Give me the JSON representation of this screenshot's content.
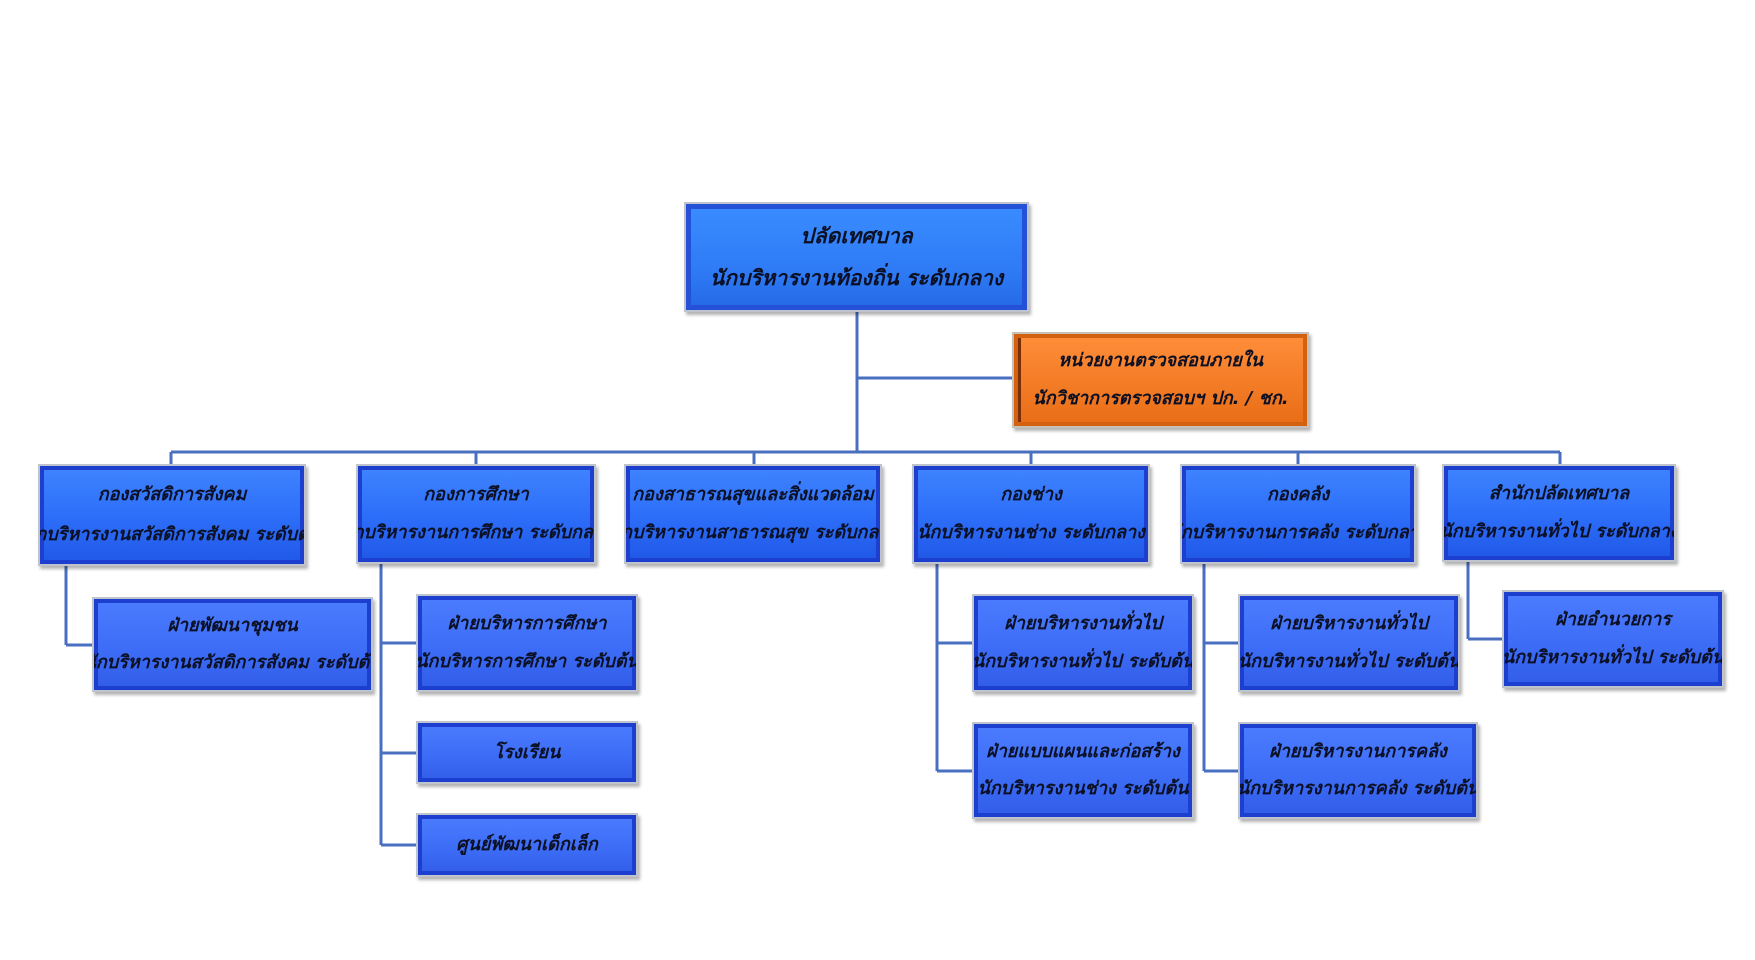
{
  "root": {
    "title": "ปลัดเทศบาล",
    "position": "นักบริหารงานท้องถิ่น ระดับกลาง"
  },
  "audit_unit": {
    "title": "หน่วยงานตรวจสอบภายใน",
    "position": "นักวิชาการตรวจสอบฯ ปก. / ชก."
  },
  "divisions": [
    {
      "title": "กองสวัสดิการสังคม",
      "position": "นักบริหารงานสวัสดิการสังคม ระดับต้น",
      "units": [
        {
          "title": "ฝ่ายพัฒนาชุมชน",
          "position": "นักบริหารงานสวัสดิการสังคม ระดับต้น"
        }
      ]
    },
    {
      "title": "กองการศึกษา",
      "position": "นักบริหารงานการศึกษา ระดับกลาง",
      "units": [
        {
          "title": "ฝ่ายบริหารการศึกษา",
          "position": "นักบริหารการศึกษา ระดับต้น"
        },
        {
          "title": "โรงเรียน"
        },
        {
          "title": "ศูนย์พัฒนาเด็กเล็ก"
        }
      ]
    },
    {
      "title": "กองสาธารณสุขและสิ่งแวดล้อม",
      "position": "นักบริหารงานสาธารณสุข ระดับกลาง",
      "units": []
    },
    {
      "title": "กองช่าง",
      "position": "นักบริหารงานช่าง ระดับกลาง",
      "units": [
        {
          "title": "ฝ่ายบริหารงานทั่วไป",
          "position": "นักบริหารงานทั่วไป ระดับต้น"
        },
        {
          "title": "ฝ่ายแบบแผนและก่อสร้าง",
          "position": "นักบริหารงานช่าง ระดับต้น"
        }
      ]
    },
    {
      "title": "กองคลัง",
      "position": "นักบริหารงานการคลัง ระดับกลาง",
      "units": [
        {
          "title": "ฝ่ายบริหารงานทั่วไป",
          "position": "นักบริหารงานทั่วไป ระดับต้น"
        },
        {
          "title": "ฝ่ายบริหารงานการคลัง",
          "position": "นักบริหารงานการคลัง ระดับต้น"
        }
      ]
    },
    {
      "title": "สำนักปลัดเทศบาล",
      "position": "นักบริหารงานทั่วไป ระดับกลาง",
      "units": [
        {
          "title": "ฝ่ายอำนวยการ",
          "position": "นักบริหารงานทั่วไป ระดับต้น"
        }
      ]
    }
  ],
  "colors": {
    "box_blue": "#2c6df8",
    "box_orange": "#f27a24",
    "connector": "#4a6fc0",
    "text": "#0c1024"
  }
}
